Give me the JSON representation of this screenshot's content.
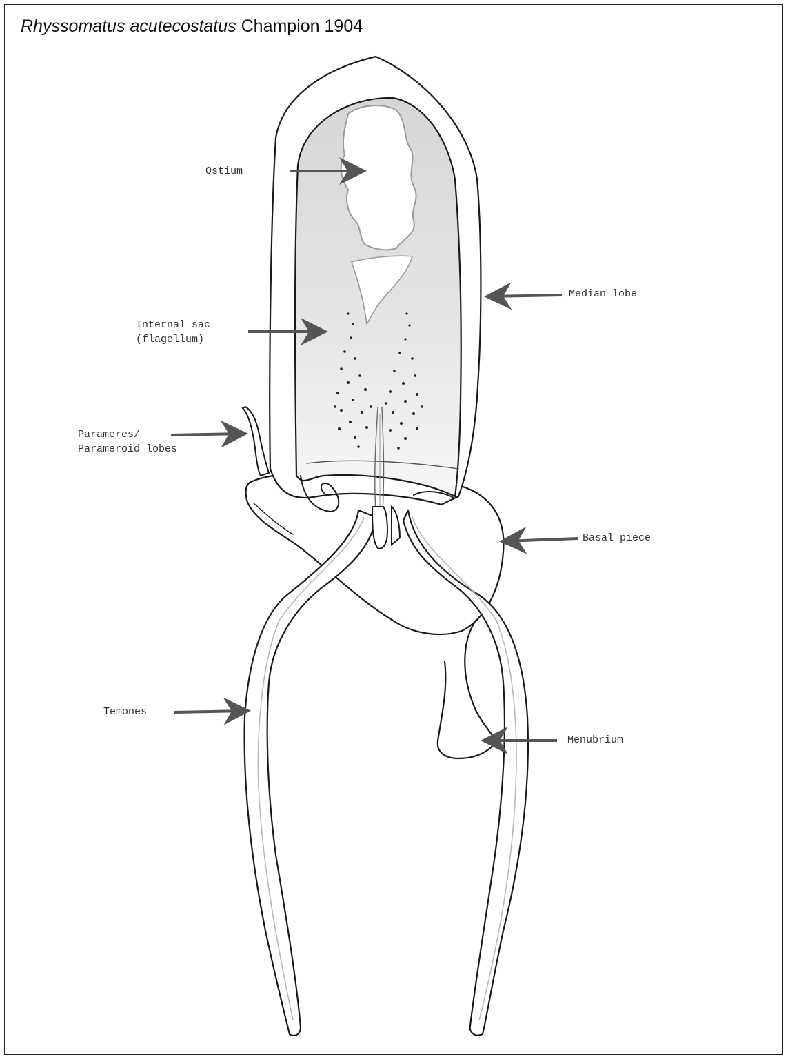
{
  "title": {
    "species": "Rhyssomatus acutecostatus",
    "author": "Champion 1904"
  },
  "labels": {
    "ostium": "Ostium",
    "median_lobe": "Median lobe",
    "internal_sac_1": "Internal sac",
    "internal_sac_2": "(flagellum)",
    "parameres_1": "Parameres/",
    "parameres_2": "Parameroid lobes",
    "basal_piece": "Basal piece",
    "temones": "Temones",
    "menubrium": "Menubrium"
  },
  "colors": {
    "line": "#1a1a1a",
    "arrow": "#555555",
    "shade": "#cfcfcf",
    "label_text": "#333333"
  }
}
